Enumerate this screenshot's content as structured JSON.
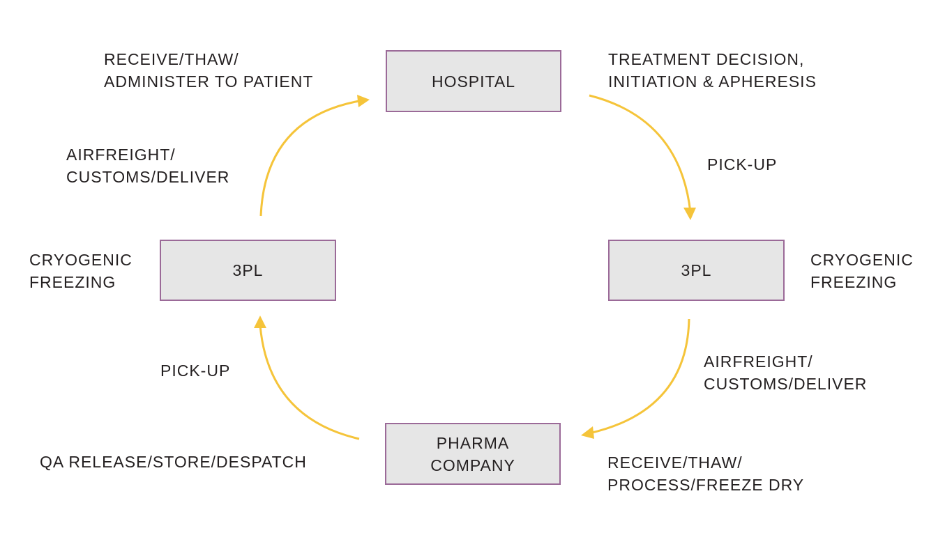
{
  "nodes": {
    "hospital": {
      "lines": [
        "HOSPITAL"
      ]
    },
    "tpl_right": {
      "lines": [
        "3PL"
      ]
    },
    "pharma": {
      "lines": [
        "PHARMA",
        "COMPANY"
      ]
    },
    "tpl_left": {
      "lines": [
        "3PL"
      ]
    }
  },
  "labels": {
    "treatment": [
      "TREATMENT DECISION,",
      "INITIATION & APHERESIS"
    ],
    "pickup_right": [
      "PICK-UP"
    ],
    "cryo_right": [
      "CRYOGENIC",
      "FREEZING"
    ],
    "airfreight_right": [
      "AIRFREIGHT/",
      "CUSTOMS/DELIVER"
    ],
    "receive_process": [
      "RECEIVE/THAW/",
      "PROCESS/FREEZE DRY"
    ],
    "qa_release": [
      "QA RELEASE/STORE/DESPATCH"
    ],
    "pickup_left": [
      "PICK-UP"
    ],
    "cryo_left": [
      "CRYOGENIC",
      "FREEZING"
    ],
    "airfreight_left": [
      "AIRFREIGHT/",
      "CUSTOMS/DELIVER"
    ],
    "receive_administer": [
      "RECEIVE/THAW/",
      "ADMINISTER TO PATIENT"
    ]
  },
  "colors": {
    "arrow": "#f5c43a",
    "box_fill": "#e6e6e6",
    "box_border": "#9b6a98",
    "text": "#231f20"
  }
}
